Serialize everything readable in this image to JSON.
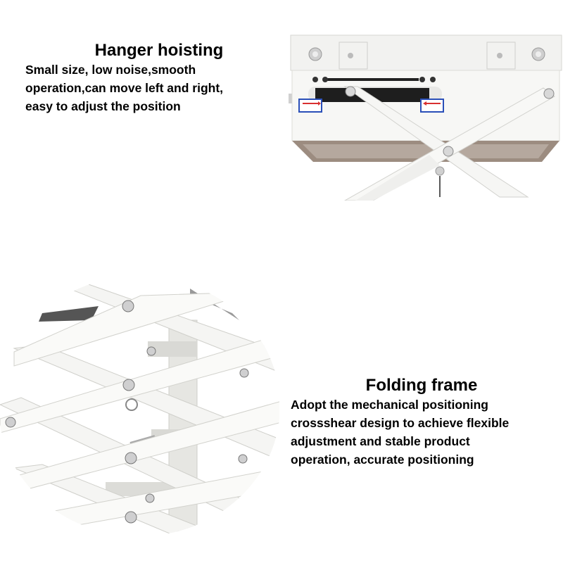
{
  "features": [
    {
      "title": "Hanger hoisting",
      "description": "Small size, low noise,smooth\noperation,can move left and right,\neasy to adjust the position",
      "image": "hanger-motor-housing-photo"
    },
    {
      "title": "Folding frame",
      "description": "Adopt the mechanical positioning\ncrossshear design to achieve flexible\nadjustment and stable product\noperation, accurate positioning",
      "image": "scissor-folding-frame-photo"
    }
  ],
  "colors": {
    "background": "#ffffff",
    "text": "#000000",
    "frame_white": "#f4f4f2",
    "frame_shadow": "#d8d8d4",
    "housing_dark": "#8a7a6e",
    "label_blue": "#2a4fb8",
    "arrow_red": "#d83030"
  }
}
